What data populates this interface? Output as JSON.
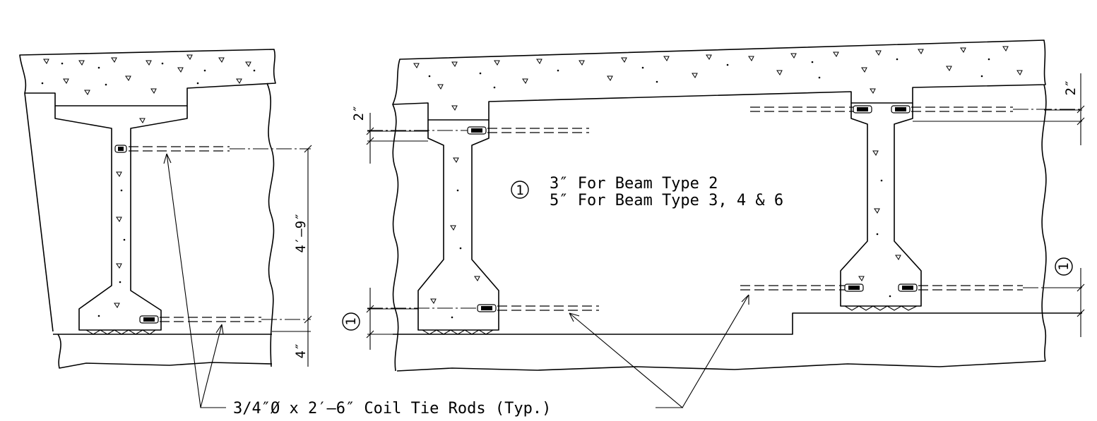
{
  "note": {
    "marker": "1",
    "line1": "3″ For Beam Type 2",
    "line2": "5″ For Beam Type 3, 4 & 6"
  },
  "dimensions": {
    "left_height": "4′–9″",
    "left_bottom": "4″",
    "mid_top": "2″",
    "mid_bottom_marker": "1",
    "right_top": "2″",
    "right_bottom_marker": "1"
  },
  "callout": {
    "text": "3/4″Ø x 2′–6″ Coil Tie Rods (Typ.)"
  }
}
